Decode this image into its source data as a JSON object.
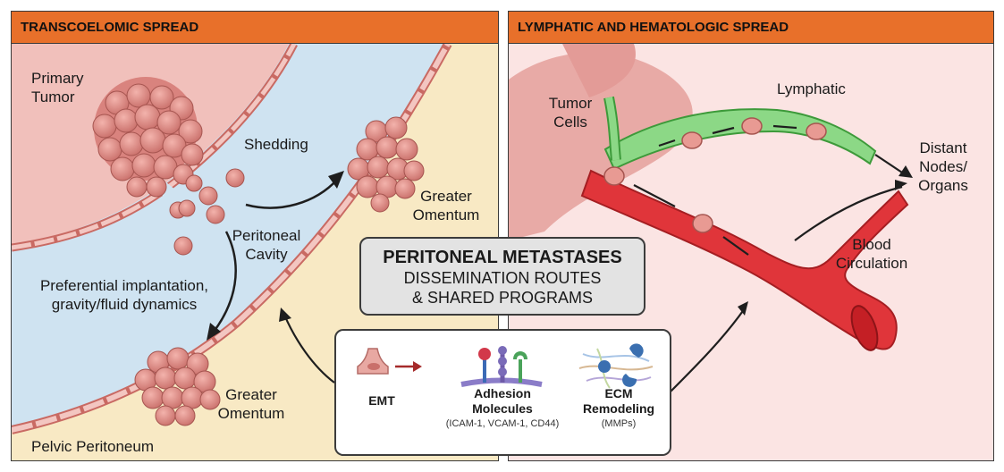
{
  "left_panel": {
    "header": "TRANSCOELOMIC SPREAD",
    "labels": {
      "primary_tumor": "Primary Tumor",
      "shedding": "Shedding",
      "greater_omentum_top": "Greater Omentum",
      "peritoneal_cavity": "Peritoneal Cavity",
      "implantation": "Preferential implantation, gravity/fluid dynamics",
      "greater_omentum_bottom": "Greater Omentum",
      "pelvic_peritoneum": "Pelvic Peritoneum"
    }
  },
  "right_panel": {
    "header": "LYMPHATIC AND HEMATOLOGIC SPREAD",
    "labels": {
      "tumor_cells": "Tumor Cells",
      "lymphatic": "Lymphatic",
      "distant": "Distant Nodes/ Organs",
      "blood": "Blood Circulation"
    }
  },
  "center": {
    "title": "PERITONEAL METASTASES",
    "subtitle_line1": "DISSEMINATION ROUTES",
    "subtitle_line2": "& SHARED PROGRAMS"
  },
  "programs": [
    {
      "label": "EMT",
      "note": ""
    },
    {
      "label": "Adhesion Molecules",
      "note": "(ICAM-1, VCAM-1, CD44)"
    },
    {
      "label": "ECM Remodeling",
      "note": "(MMPs)"
    }
  ],
  "colors": {
    "header": "#e8702a",
    "cavity": "#cfe3f1",
    "omentum_bg": "#f8e9c4",
    "tissue": "#f3c6c1",
    "cell": "#e2918b",
    "lymph": "#7fd27a",
    "blood": "#e0353a"
  }
}
